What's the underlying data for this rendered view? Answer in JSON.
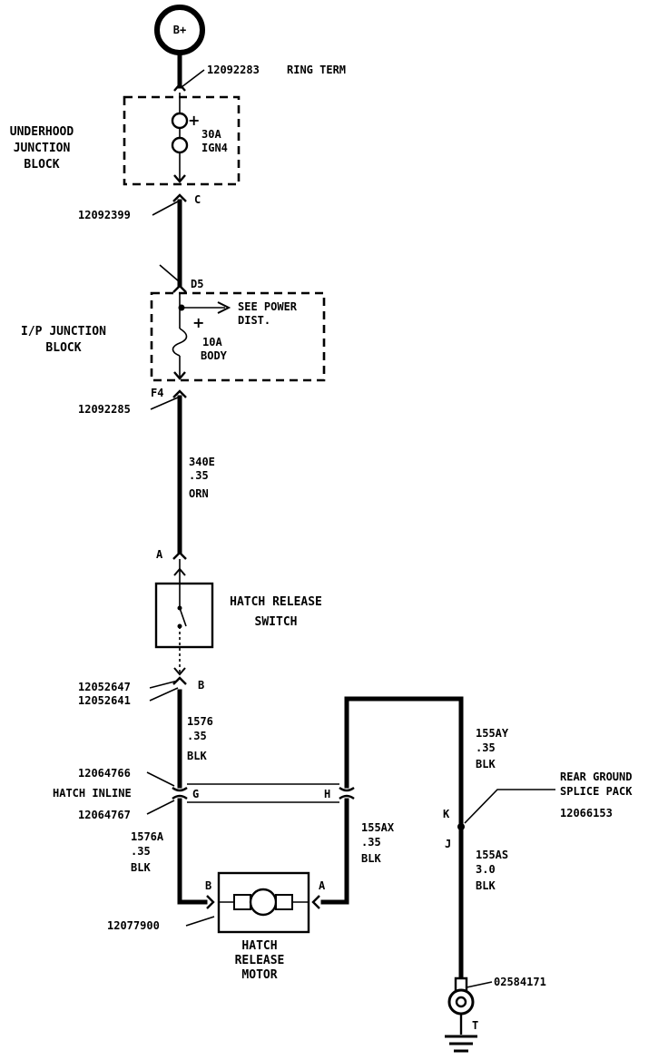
{
  "battery": {
    "label": "B+"
  },
  "ring_term": {
    "part": "12092283",
    "label": "RING TERM"
  },
  "underhood": {
    "title": [
      "UNDERHOOD",
      "JUNCTION",
      "BLOCK"
    ],
    "fuse_rating": "30A",
    "fuse_name": "IGN4",
    "out_terminal": "C",
    "out_part": "12092399"
  },
  "ip_block": {
    "title": [
      "I/P JUNCTION",
      "BLOCK"
    ],
    "in_terminal": "D5",
    "see_power": [
      "SEE POWER",
      "DIST."
    ],
    "fuse_rating": "10A",
    "fuse_name": "BODY",
    "out_terminal": "F4",
    "out_part": "12092285"
  },
  "wire_340e": {
    "circuit": "340E",
    "gauge": ".35",
    "color": "ORN"
  },
  "switch": {
    "in_terminal": "A",
    "title": [
      "HATCH RELEASE",
      "SWITCH"
    ],
    "out_terminal": "B",
    "parts": [
      "12052647",
      "12052641"
    ]
  },
  "wire_1576": {
    "circuit": "1576",
    "gauge": ".35",
    "color": "BLK"
  },
  "hatch_inline": {
    "label": "HATCH  INLINE",
    "part_top": "12064766",
    "part_bottom": "12064767",
    "pin_g": "G",
    "pin_h": "H"
  },
  "wire_1576a": {
    "circuit": "1576A",
    "gauge": ".35",
    "color": "BLK"
  },
  "wire_155ax": {
    "circuit": "155AX",
    "gauge": ".35",
    "color": "BLK"
  },
  "motor": {
    "title": [
      "HATCH",
      "RELEASE",
      "MOTOR"
    ],
    "pin_b": "B",
    "pin_a": "A",
    "part": "12077900"
  },
  "wire_155ay": {
    "circuit": "155AY",
    "gauge": ".35",
    "color": "BLK"
  },
  "splice": {
    "title": [
      "REAR GROUND",
      "SPLICE PACK"
    ],
    "part": "12066153",
    "pin_k": "K",
    "pin_j": "J"
  },
  "wire_155as": {
    "circuit": "155AS",
    "gauge": "3.0",
    "color": "BLK"
  },
  "ground": {
    "part": "02584171",
    "label": "T"
  }
}
